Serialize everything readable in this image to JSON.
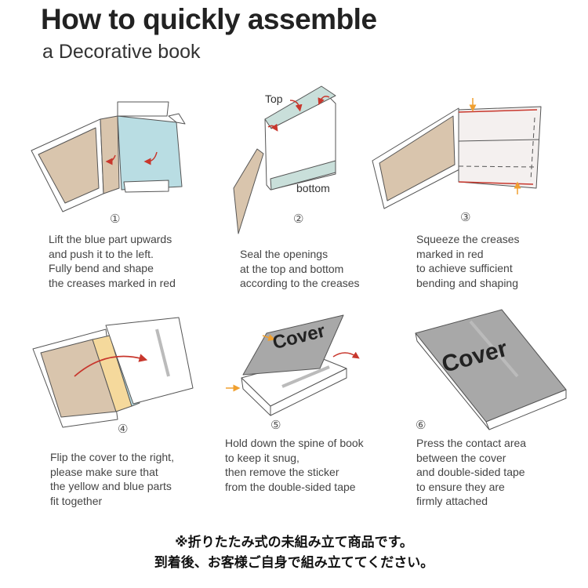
{
  "header": {
    "title": "How to quickly assemble",
    "subtitle": "a Decorative book"
  },
  "labels": {
    "top": "Top",
    "bottom": "bottom",
    "cover": "Cover"
  },
  "steps": [
    {
      "number": "①",
      "lines": [
        "Lift the blue part upwards",
        "and push it to the left.",
        "Fully bend and shape",
        "the creases marked in red"
      ]
    },
    {
      "number": "②",
      "lines": [
        "Seal the openings",
        "at the top and bottom",
        "according to the creases"
      ]
    },
    {
      "number": "③",
      "lines": [
        "Squeeze the creases",
        "marked in red",
        "to achieve sufficient",
        "bending and shaping"
      ]
    },
    {
      "number": "④",
      "lines": [
        "Flip the cover to the right,",
        "please make sure that",
        "the yellow and blue parts",
        "fit together"
      ]
    },
    {
      "number": "⑤",
      "lines": [
        "Hold down the spine of book",
        "to keep it snug,",
        "then remove the sticker",
        "from the double-sided tape"
      ]
    },
    {
      "number": "⑥",
      "lines": [
        "Press the contact area",
        "between the cover",
        "and double-sided tape",
        "to ensure they are",
        "firmly attached"
      ]
    }
  ],
  "notice": {
    "line1": "※折りたたみ式の未組み立て商品です。",
    "line2": "到着後、お客様ご自身で組み立ててください。"
  },
  "colors": {
    "tan": "#d9c5ad",
    "blue": "#b9dde3",
    "teal": "#c9dfda",
    "yellow": "#f5d99c",
    "grey": "#a8a8a8",
    "red": "#c8372d",
    "orange": "#f0a030"
  }
}
